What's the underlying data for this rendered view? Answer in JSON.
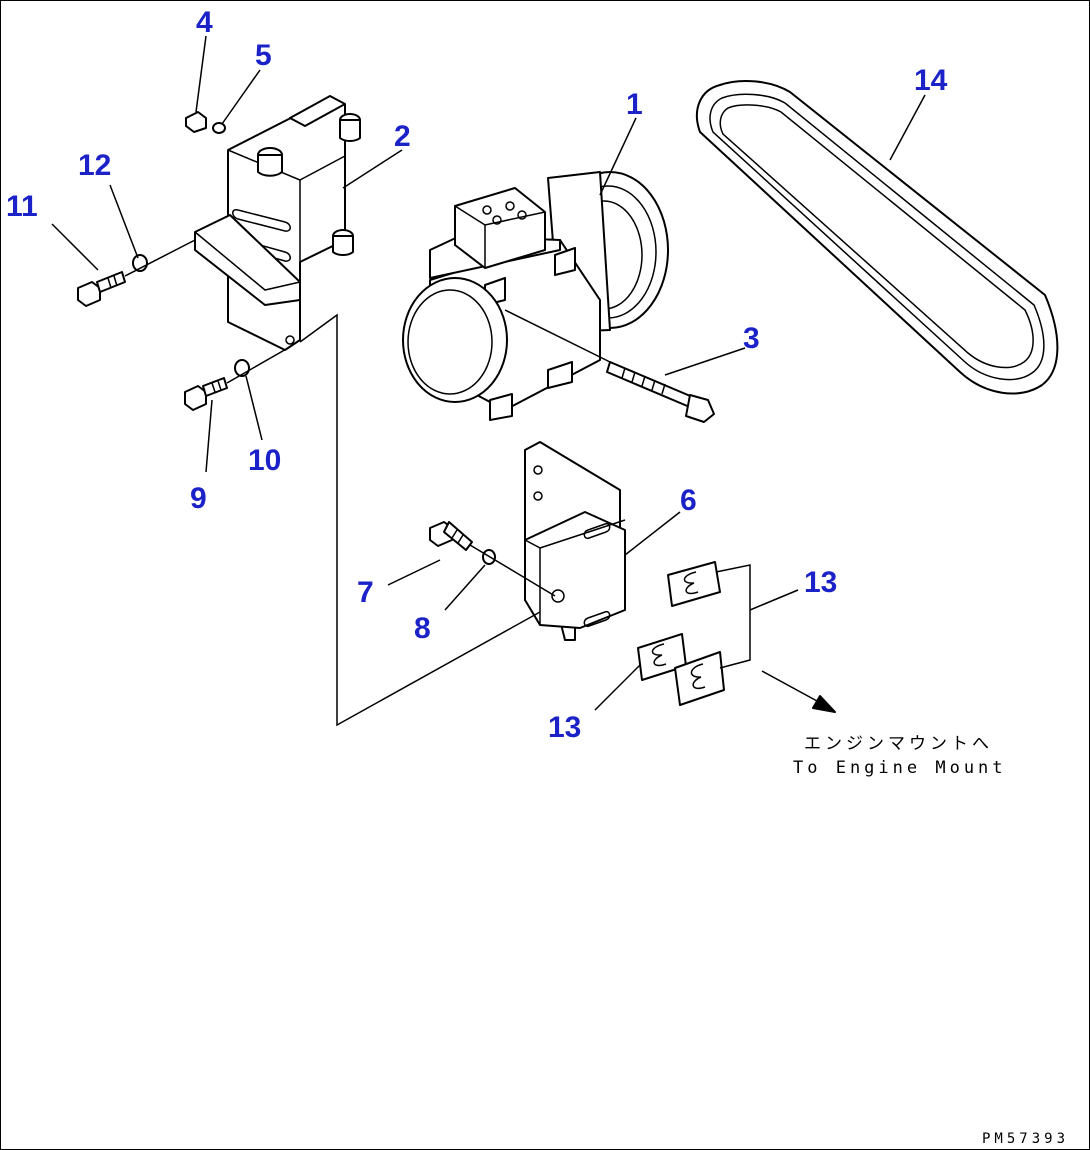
{
  "callouts": [
    {
      "id": "1",
      "label": "1"
    },
    {
      "id": "2",
      "label": "2"
    },
    {
      "id": "3",
      "label": "3"
    },
    {
      "id": "4",
      "label": "4"
    },
    {
      "id": "5",
      "label": "5"
    },
    {
      "id": "6",
      "label": "6"
    },
    {
      "id": "7",
      "label": "7"
    },
    {
      "id": "8",
      "label": "8"
    },
    {
      "id": "9",
      "label": "9"
    },
    {
      "id": "10",
      "label": "10"
    },
    {
      "id": "11",
      "label": "11"
    },
    {
      "id": "12",
      "label": "12"
    },
    {
      "id": "13a",
      "label": "13"
    },
    {
      "id": "13b",
      "label": "13"
    },
    {
      "id": "14",
      "label": "14"
    }
  ],
  "note": {
    "jp": "エンジンマウントへ",
    "en": "To Engine Mount"
  },
  "drawing_code": "PM57393",
  "colors": {
    "callout": "#1b22c8",
    "line": "#000000"
  }
}
